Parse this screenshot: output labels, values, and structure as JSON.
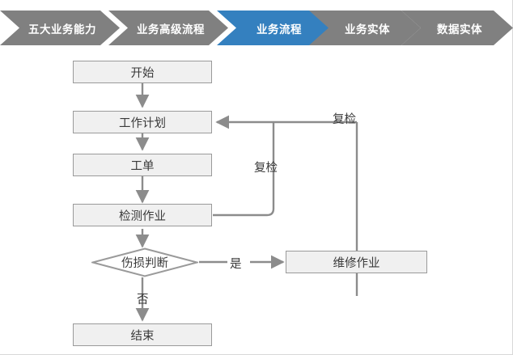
{
  "breadcrumb": {
    "active_index": 2,
    "active_color": "#3480bf",
    "inactive_color": "#808080",
    "text_color": "#ffffff",
    "items": [
      {
        "label": "五大业务能力"
      },
      {
        "label": "业务高级流程"
      },
      {
        "label": "业务流程"
      },
      {
        "label": "业务实体"
      },
      {
        "label": "数据实体"
      }
    ]
  },
  "flow": {
    "node_fill": "#f0f0f0",
    "node_border": "#9a9a9a",
    "line_color": "#8c8c8c",
    "text_color": "#3a3a3a",
    "nodes": [
      {
        "id": "start",
        "label": "开始",
        "shape": "rect"
      },
      {
        "id": "workplan",
        "label": "工作计划",
        "shape": "rect"
      },
      {
        "id": "workorder",
        "label": "工单",
        "shape": "rect"
      },
      {
        "id": "inspect",
        "label": "检测作业",
        "shape": "rect"
      },
      {
        "id": "decision",
        "label": "伤损判断",
        "shape": "diamond"
      },
      {
        "id": "repair",
        "label": "维修作业",
        "shape": "rect"
      },
      {
        "id": "end",
        "label": "结束",
        "shape": "rect"
      }
    ],
    "edge_labels": [
      {
        "id": "recheck-inner",
        "label": "复检"
      },
      {
        "id": "recheck-outer",
        "label": "复检"
      },
      {
        "id": "yes",
        "label": "是"
      },
      {
        "id": "no",
        "label": "否"
      }
    ]
  }
}
